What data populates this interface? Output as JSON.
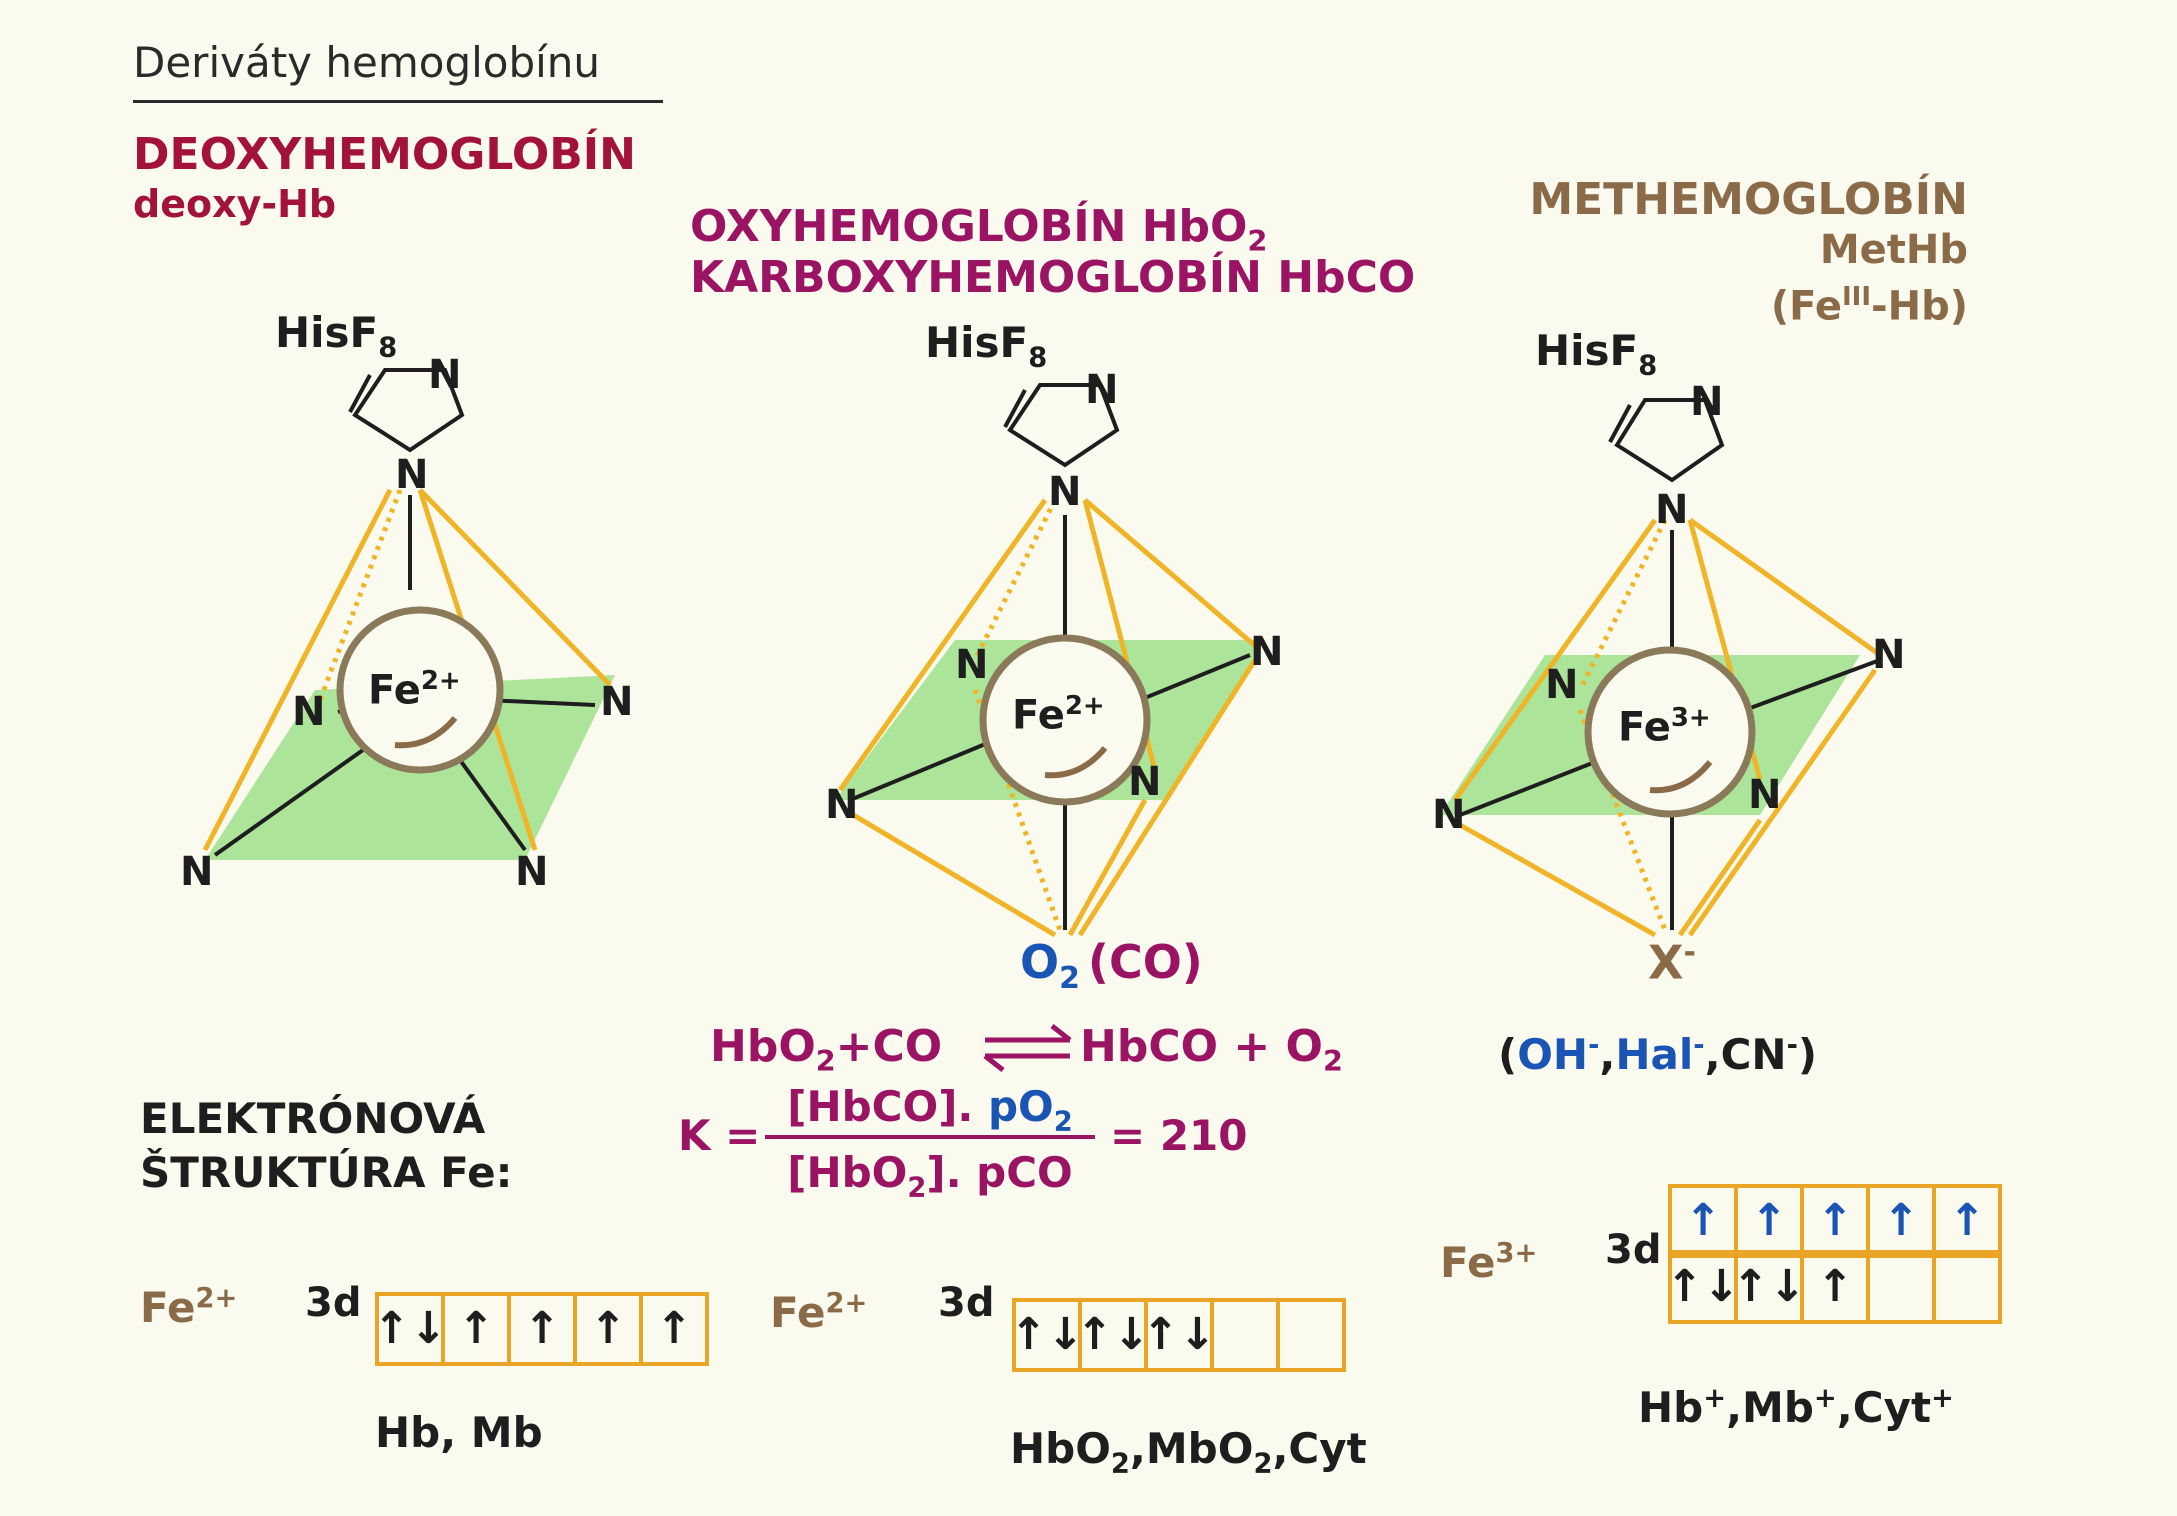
{
  "title": "Deriváty hemoglobínu",
  "deoxy": {
    "name": "DEOXYHEMOGLOBÍN",
    "abbr": "deoxy-Hb"
  },
  "oxy": {
    "line1": "OXYHEMOGLOBÍN HbO",
    "line1_sub": "2",
    "line2": "KARBOXYHEMOGLOBÍN HbCO"
  },
  "met": {
    "name": "METHEMOGLOBÍN",
    "abbr": "MetHb",
    "alt_pre": "(Fe",
    "alt_sup": "III",
    "alt_post": "-Hb)"
  },
  "ligand": {
    "his_label": "HisF",
    "his_sub": "8",
    "n": "N"
  },
  "fe2": {
    "base": "Fe",
    "charge": "2+"
  },
  "fe3": {
    "base": "Fe",
    "charge": "3+"
  },
  "axial_ligands": {
    "o2": "O",
    "o2_sub": "2",
    "co_paren": "(CO)",
    "x": "X",
    "x_charge": "-",
    "x_examples": [
      "OH",
      "Hal",
      "CN"
    ]
  },
  "equilibrium": {
    "left": "HbO",
    "left_sub": "2",
    "plus_co": "+CO",
    "arrow": "⇌",
    "right": "HbCO + O",
    "right_sub": "2",
    "k_label": "K =",
    "numerator_a": "[HbCO]. ",
    "numerator_b": "pO",
    "numerator_sub": "2",
    "denominator_a": "[HbO",
    "denominator_sub": "2",
    "denominator_b": "]. pCO",
    "k_value": "= 210"
  },
  "electron_structure": {
    "line1": "ELEKTRÓNOVÁ",
    "line2": "ŠTRUKTÚRA Fe:"
  },
  "orbital": "3d",
  "config_deoxy": {
    "ion_base": "Fe",
    "ion_charge": "2+",
    "cells": [
      "↑↓",
      "↑",
      "↑",
      "↑",
      "↑"
    ],
    "examples": "Hb, Mb"
  },
  "config_oxy": {
    "ion_base": "Fe",
    "ion_charge": "2+",
    "cells": [
      "↑↓",
      "↑↓",
      "↑↓",
      "",
      ""
    ],
    "examples_parts": [
      "HbO",
      "2",
      ",MbO",
      "2",
      ",Cyt"
    ]
  },
  "config_met": {
    "ion_base": "Fe",
    "ion_charge": "3+",
    "top_cells": [
      "↑",
      "↑",
      "↑",
      "↑",
      "↑"
    ],
    "bottom_cells": [
      "↑↓",
      "↑↓",
      "↑",
      "",
      ""
    ],
    "examples_parts": [
      "Hb",
      "+",
      ",Mb",
      "+",
      ",Cyt",
      "+"
    ]
  },
  "colors": {
    "deoxy": "#a3123a",
    "magenta": "#9b1463",
    "brown": "#8b6a48",
    "blue": "#1a54b5",
    "plane": "#9ee08a",
    "bond_orange": "#f0b428",
    "box": "#e8a526"
  }
}
